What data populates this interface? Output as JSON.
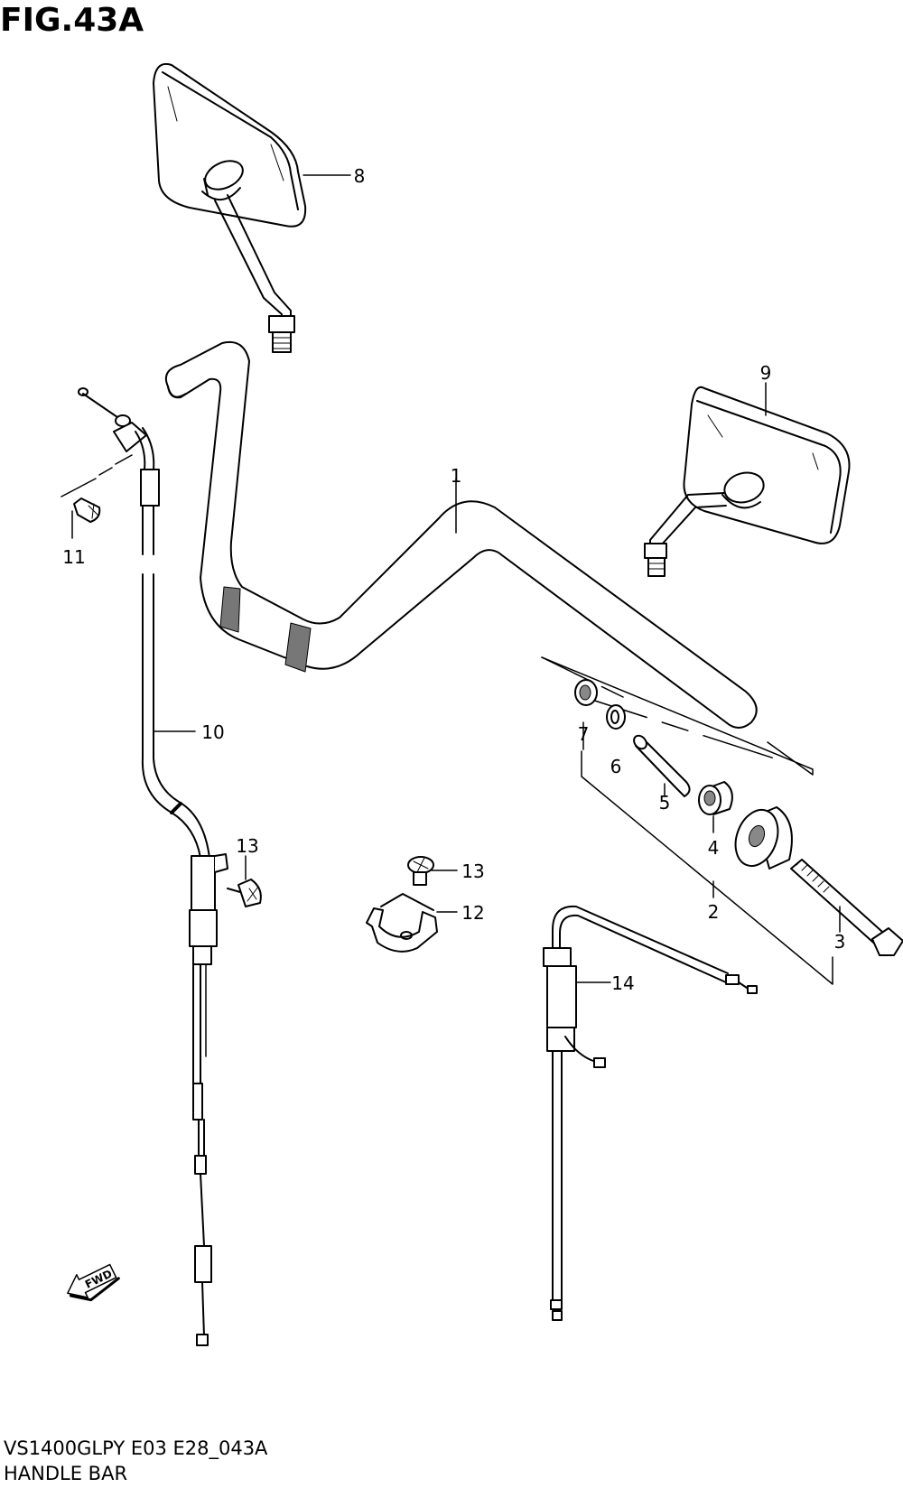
{
  "figure": {
    "title": "FIG.43A"
  },
  "footer": {
    "code": "VS1400GLPY E03 E28_043A",
    "name": "HANDLE BAR"
  },
  "fwd_arrow": {
    "label": "FWD",
    "icon": "fwd-arrow-icon"
  },
  "callouts": [
    {
      "id": "1",
      "part": "handlebar"
    },
    {
      "id": "2",
      "part": "grip-end-group"
    },
    {
      "id": "3",
      "part": "bolt"
    },
    {
      "id": "4",
      "part": "grip-end-rubber"
    },
    {
      "id": "5",
      "part": "pin"
    },
    {
      "id": "6",
      "part": "washer"
    },
    {
      "id": "7",
      "part": "nut"
    },
    {
      "id": "8",
      "part": "mirror-right"
    },
    {
      "id": "9",
      "part": "mirror-left"
    },
    {
      "id": "10",
      "part": "throttle-cable"
    },
    {
      "id": "11",
      "part": "screw"
    },
    {
      "id": "12",
      "part": "cable-clamp"
    },
    {
      "id": "13",
      "part": "screw"
    },
    {
      "id": "13",
      "part": "screw"
    },
    {
      "id": "14",
      "part": "clutch-cable"
    }
  ]
}
